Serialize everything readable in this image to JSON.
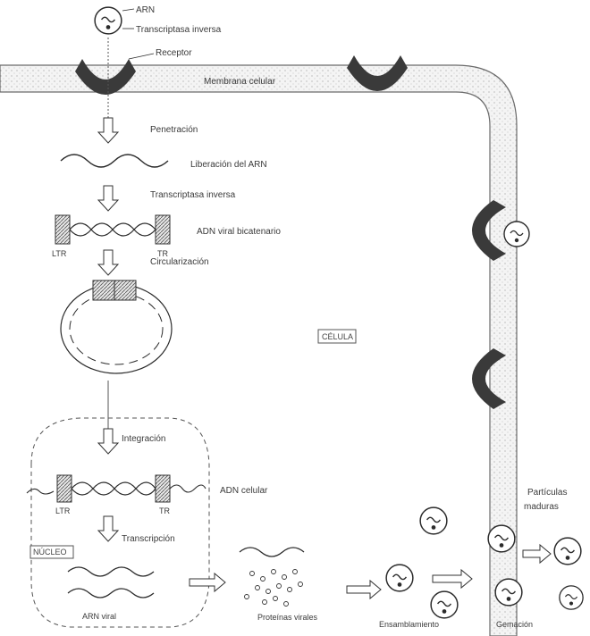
{
  "virus_labels": {
    "rna": "ARN",
    "reverse_transcriptase": "Transcriptasa inversa"
  },
  "membrane": {
    "receptor": "Receptor",
    "membrane_label": "Membrana celular"
  },
  "steps": {
    "penetration": "Penetración",
    "rna_release": "Liberación del ARN",
    "reverse_transcriptase": "Transcriptasa inversa",
    "double_strand_dna": "ADN viral bicatenario",
    "ltr_left": "LTR",
    "ltr_right": "TR",
    "circularization": "Circularización",
    "integration": "Integración",
    "cellular_dna": "ADN celular",
    "ltr_left_2": "LTR",
    "ltr_right_2": "TR",
    "transcription": "Transcripción",
    "viral_rna": "ARN viral",
    "viral_proteins": "Proteínas virales",
    "assembly": "Ensamblamiento",
    "budding": "Gemación",
    "mature_particles_1": "Partículas",
    "mature_particles_2": "maduras"
  },
  "boxes": {
    "cell": "CÉLULA",
    "nucleus": "NÚCLEO"
  },
  "icons": [
    "virus-particle-icon",
    "receptor-icon",
    "down-arrow-icon",
    "right-arrow-icon"
  ]
}
